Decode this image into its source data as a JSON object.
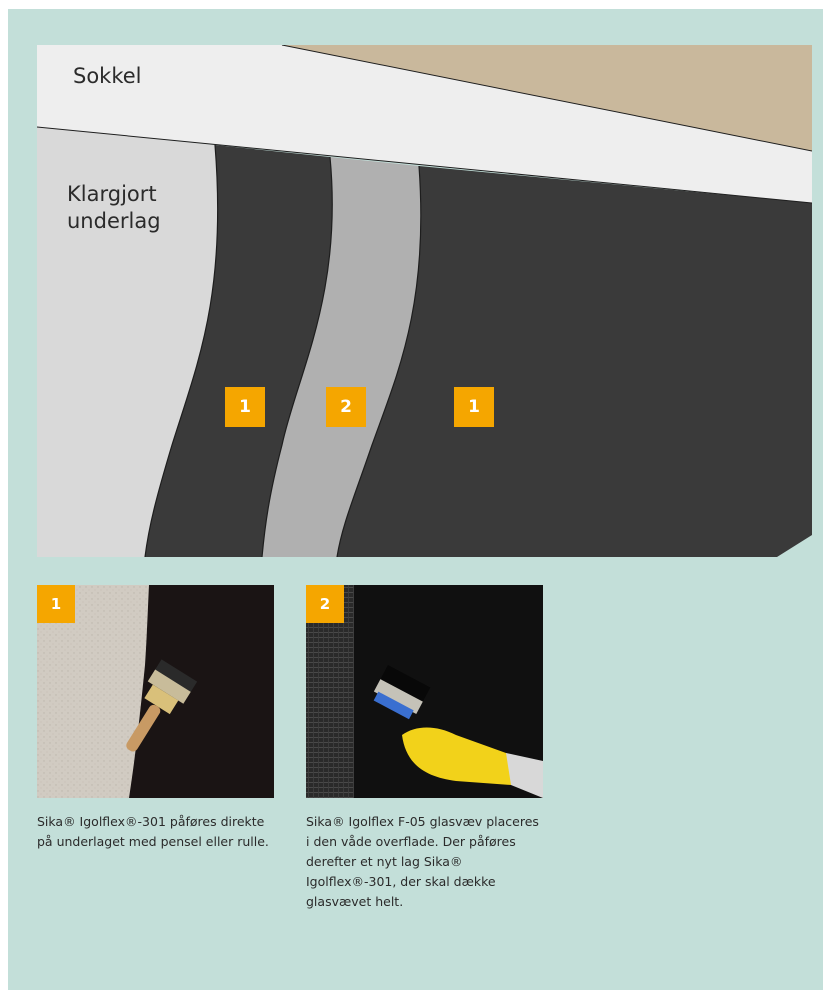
{
  "diagram": {
    "sokkel_label": "Sokkel",
    "underlag_label": "Klargjort underlag",
    "badges": [
      "1",
      "2",
      "1"
    ]
  },
  "steps": [
    {
      "number": "1",
      "caption": "Sika® Igolflex®-301 påføres direkte på underlaget med pensel eller rulle."
    },
    {
      "number": "2",
      "caption": "Sika® Igolflex F-05 glasvæv placeres i den våde overflade. Der påføres derefter et nyt lag Sika® Igolflex®-301, der skal dække glasvævet helt."
    }
  ],
  "colors": {
    "background": "#c3dfd9",
    "accent": "#f5a600",
    "membrane": "#3a3a3a",
    "fabric": "#b0b0b0",
    "substrate": "#d9d9d9",
    "sokkel": "#eeeeee",
    "ground": "#c9b89c"
  }
}
